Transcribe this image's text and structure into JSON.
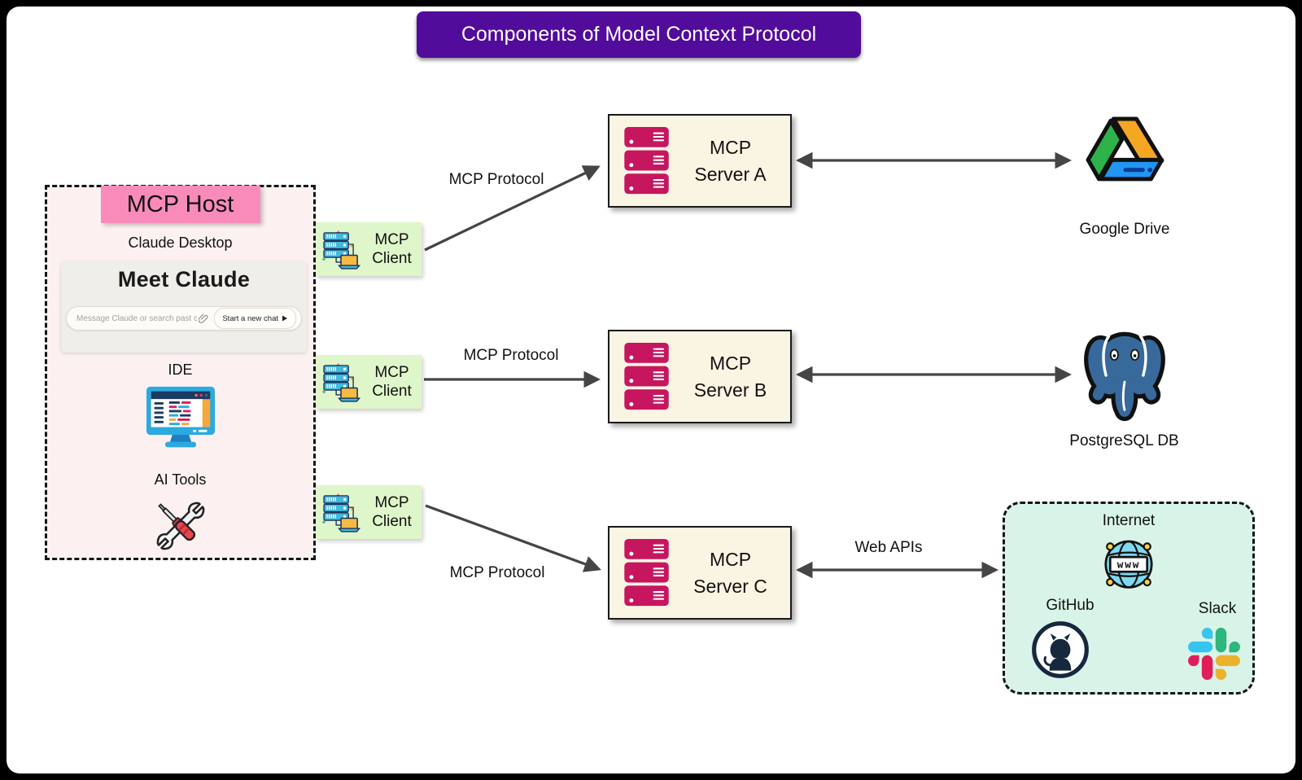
{
  "title": "Components of Model Context Protocol",
  "colors": {
    "title_bg": "#520C9B",
    "host_bg": "#FCF1F0",
    "host_label_bg": "#F98BBA",
    "client_bg": "#DFF6CA",
    "server_bg": "#FAF4E3",
    "server_icon_magenta": "#C6165F",
    "external_box_bg": "#D8F4E9",
    "arrow": "#454545"
  },
  "host": {
    "label": "MCP Host",
    "app_name": "Claude Desktop",
    "claude_card": {
      "heading": "Meet Claude",
      "input_placeholder": "Message Claude or search past chats...",
      "start_chat_button": "Start a new chat"
    },
    "ide_label": "IDE",
    "ai_tools_label": "AI Tools"
  },
  "clients": [
    {
      "line1": "MCP",
      "line2": "Client"
    },
    {
      "line1": "MCP",
      "line2": "Client"
    },
    {
      "line1": "MCP",
      "line2": "Client"
    }
  ],
  "servers": [
    {
      "line1": "MCP",
      "line2": "Server A"
    },
    {
      "line1": "MCP",
      "line2": "Server B"
    },
    {
      "line1": "MCP",
      "line2": "Server C"
    }
  ],
  "edge_labels": {
    "client_server_top": "MCP Protocol",
    "client_server_middle": "MCP Protocol",
    "client_server_bottom": "MCP Protocol",
    "server_c_external": "Web APIs"
  },
  "external": {
    "google_drive_label": "Google Drive",
    "postgresql_label": "PostgreSQL DB",
    "web_box": {
      "internet_label": "Internet",
      "www_text": "www",
      "github_label": "GitHub",
      "slack_label": "Slack"
    }
  }
}
